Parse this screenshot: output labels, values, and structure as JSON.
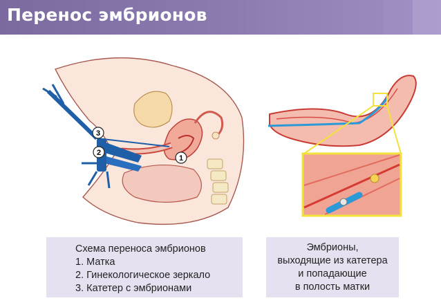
{
  "header": {
    "title": "Перенос эмбрионов"
  },
  "left_diagram": {
    "markers": [
      "1",
      "2",
      "3"
    ]
  },
  "left_caption": {
    "heading": "Схема переноса эмбрионов",
    "items": [
      "1. Матка",
      "2. Гинекологическое зеркало",
      "3. Катетер с эмбрионами"
    ]
  },
  "right_caption": {
    "lines": [
      "Эмбрионы,",
      "выходящие из катетера",
      "и попадающие",
      "в полость матки"
    ]
  },
  "colors": {
    "header_bg": "#8a78b0",
    "caption_bg": "#e5e1f1",
    "tissue_pink": "#f1b9a8",
    "tissue_red": "#d9443b",
    "instrument_blue": "#1f5fa8",
    "inset_yellow": "#f3e23a"
  }
}
